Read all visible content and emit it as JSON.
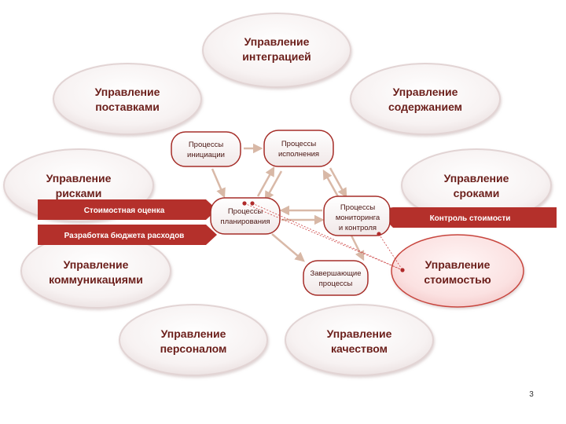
{
  "areas": {
    "integration": [
      "Управление",
      "интеграцией"
    ],
    "procurement": [
      "Управление",
      "поставками"
    ],
    "scope": [
      "Управление",
      "содержанием"
    ],
    "risk": [
      "Управление",
      "рисками"
    ],
    "time": [
      "Управление",
      "сроками"
    ],
    "communications": [
      "Управление",
      "коммуникациями"
    ],
    "cost": [
      "Управление",
      "стоимостью"
    ],
    "hr": [
      "Управление",
      "персоналом"
    ],
    "quality": [
      "Управление",
      "качеством"
    ]
  },
  "processes": {
    "initiation": [
      "Процессы",
      "инициации"
    ],
    "execution": [
      "Процессы",
      "исполнения"
    ],
    "planning": [
      "Процессы",
      "планирования"
    ],
    "monitoring": [
      "Процессы",
      "мониторинга",
      "и контроля"
    ],
    "closing": [
      "Завершающие",
      "процессы"
    ]
  },
  "bands": {
    "cost_estimating": "Стоимостная оценка",
    "cost_budgeting": "Разработка бюджета расходов",
    "cost_control": "Контроль стоимости"
  },
  "page_number": "3",
  "colors": {
    "ellipse_fill": "#f6f1f1",
    "ellipse_stroke": "#e3d6d6",
    "highlight_fill": "#fbe3e3",
    "highlight_stroke": "#c63a32",
    "band": "#b4302b",
    "title_text": "#6b1e1a",
    "arrow": "#d9b9a8",
    "dot": "#b02a2a"
  }
}
